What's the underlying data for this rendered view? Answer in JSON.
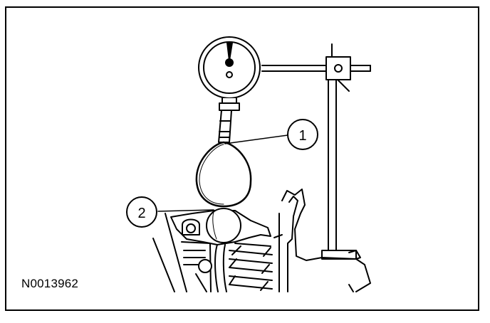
{
  "figure": {
    "id": "N0013962",
    "callouts": [
      {
        "number": "1",
        "target": "dial-indicator-plunger-tip"
      },
      {
        "number": "2",
        "target": "camshaft-roller-follower"
      }
    ]
  },
  "colors": {
    "ink": "#000000",
    "background": "#ffffff"
  }
}
